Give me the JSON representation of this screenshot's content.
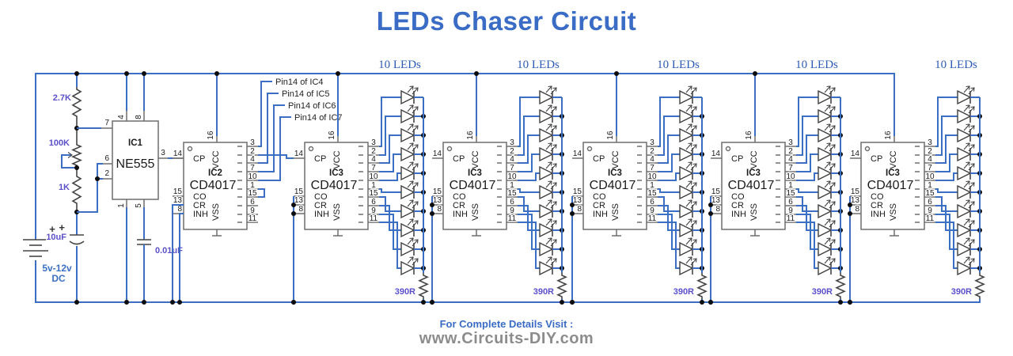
{
  "title": "LEDs Chaser Circuit",
  "colors": {
    "wire": "#3b6fc4",
    "component": "#454545",
    "text": "#1b1b1b",
    "value_label": "#5b50cc",
    "title": "#3a6cc6",
    "footer_gray": "#8c8c8c",
    "led_label": "#2d5cb5"
  },
  "left": {
    "r1": "2.7K",
    "pot": "100K",
    "r2": "1K",
    "c1": "10uF",
    "c2": "0.01uF",
    "supply1": "5v-12v",
    "supply2": "DC",
    "battery_plus": "+",
    "cap_plus": "+"
  },
  "ic555": {
    "name": "IC1",
    "part": "NE555",
    "left_pins": [
      "7",
      "6",
      "2"
    ],
    "top_pins": [
      "4",
      "8"
    ],
    "bottom_pins": [
      "1",
      "5"
    ],
    "right_pins": [
      "3"
    ]
  },
  "cd4017": {
    "part": "CD4017",
    "left_pins": [
      {
        "num": "14",
        "label": "CP"
      },
      {
        "num": "15",
        "label": "CO"
      },
      {
        "num": "13",
        "label": "CR"
      },
      {
        "num": "8",
        "label": "INH"
      }
    ],
    "top_pin": {
      "num": "16",
      "label": "VCC"
    },
    "bottom_label": "VSS",
    "right_pins": [
      "3",
      "2",
      "4",
      "7",
      "10",
      "1",
      "15",
      "6",
      "9",
      "11"
    ]
  },
  "ics": [
    {
      "name": "IC2"
    },
    {
      "name": "IC3"
    },
    {
      "name": "IC3"
    },
    {
      "name": "IC3"
    },
    {
      "name": "IC3"
    },
    {
      "name": "IC3"
    }
  ],
  "clock_labels": [
    "Pin14 of IC4",
    "Pin14 of IC5",
    "Pin14 of IC6",
    "Pin14 of IC7"
  ],
  "led_columns": [
    {
      "label": "10 LEDs",
      "resistor": "390R"
    },
    {
      "label": "10 LEDs",
      "resistor": "390R"
    },
    {
      "label": "10 LEDs",
      "resistor": "390R"
    },
    {
      "label": "10 LEDs",
      "resistor": "390R"
    },
    {
      "label": "10 LEDs",
      "resistor": "390R"
    }
  ],
  "footer": {
    "line1": "For Complete Details Visit :",
    "line2": "www.Circuits-DIY.com"
  }
}
